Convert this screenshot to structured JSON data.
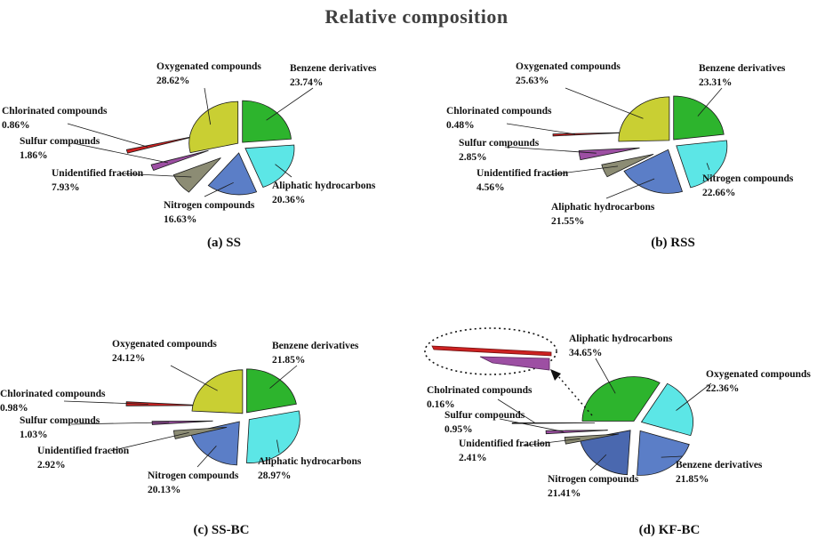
{
  "title": "Relative composition",
  "chart_data": [
    {
      "type": "pie",
      "caption": "(a) SS",
      "legend_position": "none",
      "slices": [
        {
          "label": "Benzene derivatives",
          "value": 23.74,
          "pct": "23.74%",
          "color": "#2db42d"
        },
        {
          "label": "Aliphatic hydrocarbons",
          "value": 20.36,
          "pct": "20.36%",
          "color": "#5ce6e6"
        },
        {
          "label": "Nitrogen compounds",
          "value": 16.63,
          "pct": "16.63%",
          "color": "#5b7ec7"
        },
        {
          "label": "Unidentified fraction",
          "value": 7.93,
          "pct": "7.93%",
          "color": "#8c8c74"
        },
        {
          "label": "Sulfur compounds",
          "value": 1.86,
          "pct": "1.86%",
          "color": "#9d4fa3"
        },
        {
          "label": "Chlorinated compounds",
          "value": 0.86,
          "pct": "0.86%",
          "color": "#cd2121"
        },
        {
          "label": "Oxygenated compounds",
          "value": 28.62,
          "pct": "28.62%",
          "color": "#c9cf33"
        }
      ]
    },
    {
      "type": "pie",
      "caption": "(b) RSS",
      "legend_position": "none",
      "slices": [
        {
          "label": "Benzene derivatives",
          "value": 23.31,
          "pct": "23.31%",
          "color": "#2db42d"
        },
        {
          "label": "Nitrogen compounds",
          "value": 22.66,
          "pct": "22.66%",
          "color": "#5ce6e6"
        },
        {
          "label": "Aliphatic hydrocarbons",
          "value": 21.55,
          "pct": "21.55%",
          "color": "#5b7ec7"
        },
        {
          "label": "Unidentified fraction",
          "value": 4.56,
          "pct": "4.56%",
          "color": "#8c8c74"
        },
        {
          "label": "Sulfur compounds",
          "value": 2.85,
          "pct": "2.85%",
          "color": "#9d4fa3"
        },
        {
          "label": "Chlorinated compounds",
          "value": 0.48,
          "pct": "0.48%",
          "color": "#cd2121"
        },
        {
          "label": "Oxygenated compounds",
          "value": 25.63,
          "pct": "25.63%",
          "color": "#c9cf33"
        }
      ]
    },
    {
      "type": "pie",
      "caption": "(c) SS-BC",
      "legend_position": "none",
      "slices": [
        {
          "label": "Benzene derivatives",
          "value": 21.85,
          "pct": "21.85%",
          "color": "#2db42d"
        },
        {
          "label": "Aliphatic hydrocarbons",
          "value": 28.97,
          "pct": "28.97%",
          "color": "#5ce6e6"
        },
        {
          "label": "Nitrogen compounds",
          "value": 20.13,
          "pct": "20.13%",
          "color": "#5b7ec7"
        },
        {
          "label": "Unidentified fraction",
          "value": 2.92,
          "pct": "2.92%",
          "color": "#8c8c74"
        },
        {
          "label": "Sulfur compounds",
          "value": 1.03,
          "pct": "1.03%",
          "color": "#9d4fa3"
        },
        {
          "label": "Chlorinated compounds",
          "value": 0.98,
          "pct": "0.98%",
          "color": "#cd2121"
        },
        {
          "label": "Oxygenated compounds",
          "value": 24.12,
          "pct": "24.12%",
          "color": "#c9cf33"
        }
      ]
    },
    {
      "type": "pie",
      "caption": "(d) KF-BC",
      "legend_position": "none",
      "magnifier_highlight": [
        "Cholrinated compounds",
        "Sulfur compounds"
      ],
      "slices": [
        {
          "label": "Aliphatic hydrocarbons",
          "value": 34.65,
          "pct": "34.65%",
          "color": "#2db42d"
        },
        {
          "label": "Oxygenated compounds",
          "value": 22.36,
          "pct": "22.36%",
          "color": "#5ce6e6"
        },
        {
          "label": "Benzene derivatives",
          "value": 21.85,
          "pct": "21.85%",
          "color": "#5b7ec7"
        },
        {
          "label": "Nitrogen compounds",
          "value": 21.41,
          "pct": "21.41%",
          "color": "#4a68af"
        },
        {
          "label": "Unidentified fraction",
          "value": 2.41,
          "pct": "2.41%",
          "color": "#8c8c74"
        },
        {
          "label": "Sulfur compounds",
          "value": 0.95,
          "pct": "0.95%",
          "color": "#9d4fa3"
        },
        {
          "label": "Cholrinated compounds",
          "value": 0.16,
          "pct": "0.16%",
          "color": "#cd2121"
        }
      ]
    }
  ]
}
